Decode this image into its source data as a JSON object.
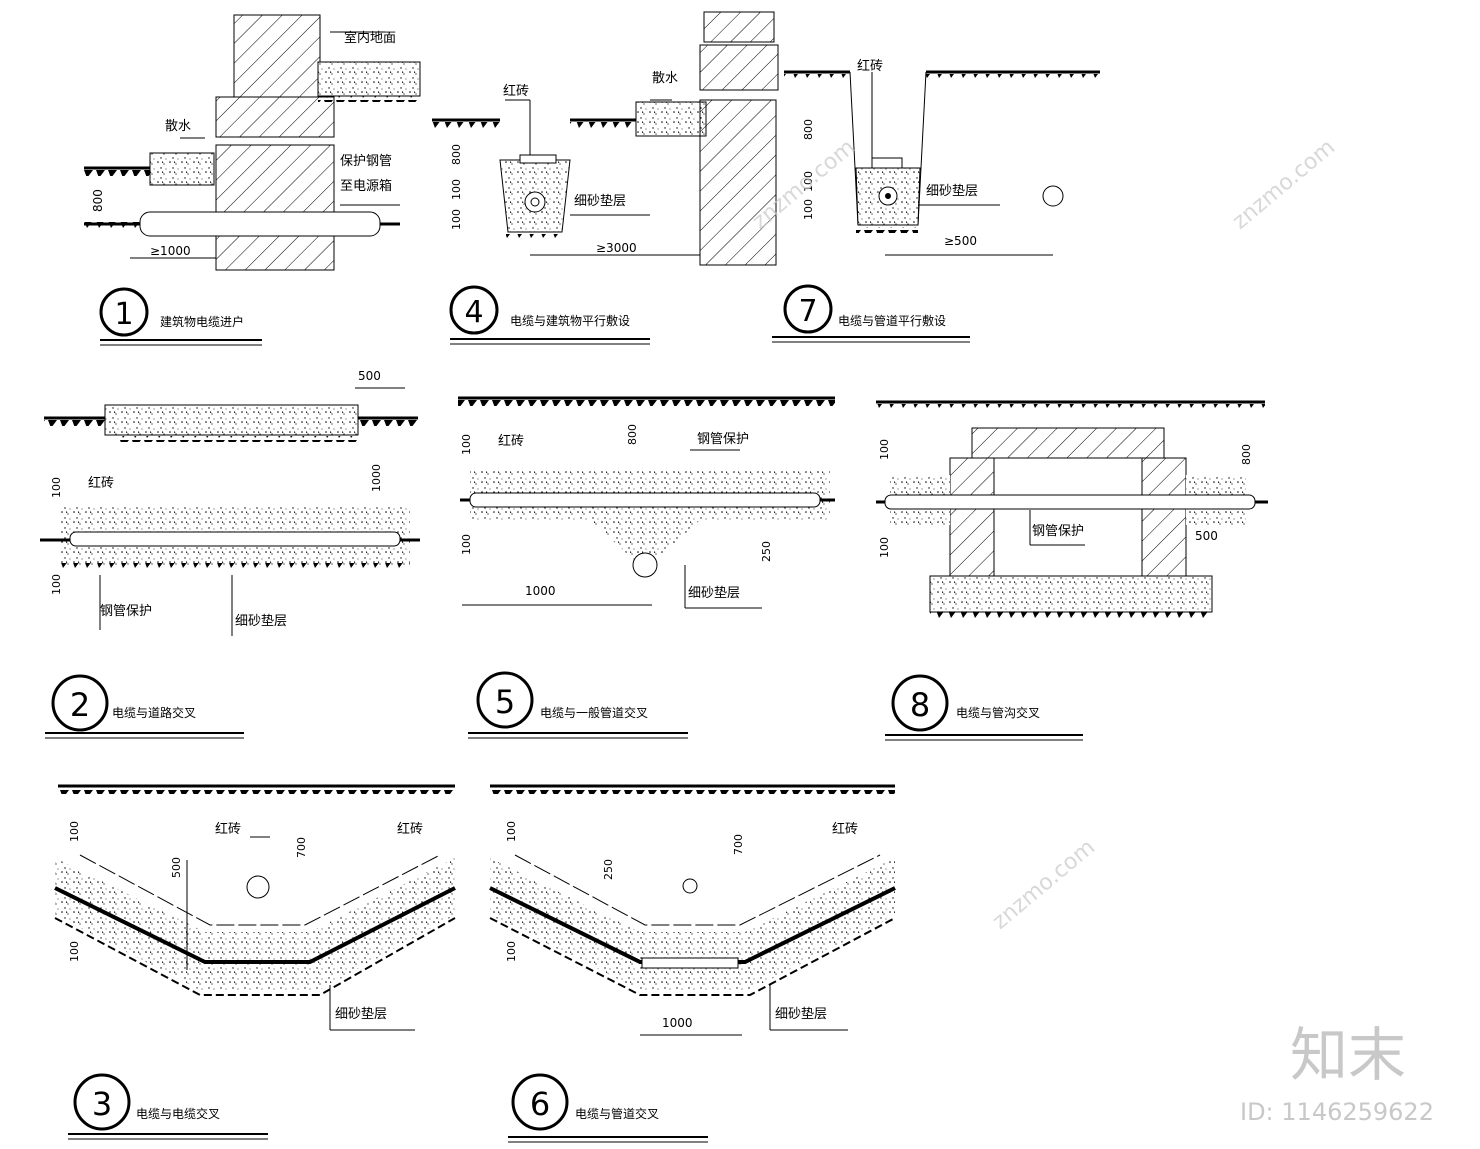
{
  "details": [
    {
      "number": "1",
      "title": "建筑物电缆进户"
    },
    {
      "number": "4",
      "title": "电缆与建筑物平行敷设"
    },
    {
      "number": "7",
      "title": "电缆与管道平行敷设"
    },
    {
      "number": "2",
      "title": "电缆与道路交叉"
    },
    {
      "number": "5",
      "title": "电缆与一般管道交叉"
    },
    {
      "number": "8",
      "title": "电缆与管沟交叉"
    },
    {
      "number": "3",
      "title": "电缆与电缆交叉"
    },
    {
      "number": "6",
      "title": "电缆与管道交叉"
    }
  ],
  "labels": {
    "indoor_floor": "室内地面",
    "apron": "散水",
    "protect_steel_pipe": "保护钢管",
    "to_power_box": "至电源箱",
    "red_brick": "红砖",
    "fine_sand_bed": "细砂垫层",
    "steel_pipe_protection": "钢管保护"
  },
  "dims": {
    "d800": "800",
    "d100": "100",
    "d1000": "1000",
    "ge1000": "≥1000",
    "ge3000": "≥3000",
    "ge500": "≥500",
    "d500": "500",
    "d250": "250",
    "d700": "700"
  },
  "watermark": {
    "brand": "知末",
    "id": "ID: 1146259622",
    "site": "znzmo.com"
  }
}
